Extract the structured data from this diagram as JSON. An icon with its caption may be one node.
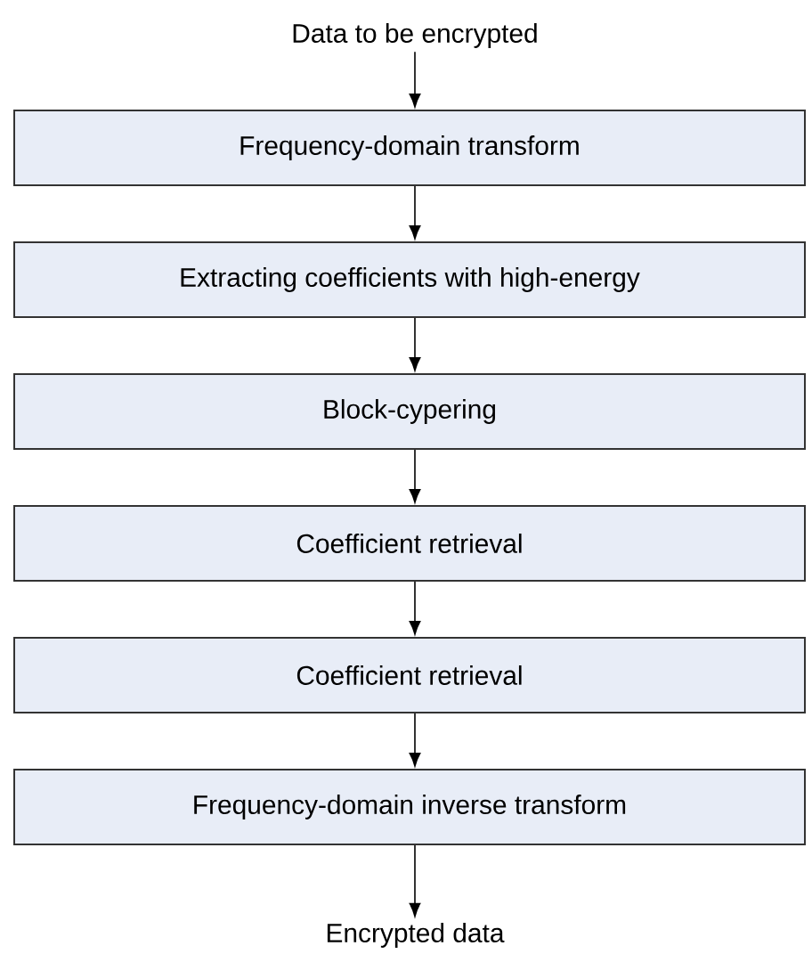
{
  "diagram": {
    "nodes": [
      {
        "text": [
          "Data to be encrypted"
        ]
      },
      {
        "text": [
          "Frequency-domain transform"
        ]
      },
      {
        "text": [
          "Extracting coefficients with high-energy"
        ]
      },
      {
        "text": [
          "Block-cypering"
        ]
      },
      {
        "text": [
          "Coefficient retrieval"
        ]
      },
      {
        "text": [
          "Coefficient retrieval"
        ]
      },
      {
        "text": [
          "Frequency-domain inverse transform"
        ]
      },
      {
        "text": [
          "Encrypted data"
        ]
      }
    ],
    "edges": [
      {
        "from": 0,
        "to": 1,
        "arrow": "to"
      },
      {
        "from": 1,
        "to": 2,
        "arrow": "to"
      },
      {
        "from": 2,
        "to": 3,
        "arrow": "to"
      },
      {
        "from": 3,
        "to": 4,
        "arrow": "to"
      },
      {
        "from": 4,
        "to": 5,
        "arrow": "to"
      },
      {
        "from": 5,
        "to": 6,
        "arrow": "to"
      },
      {
        "from": 6,
        "to": 7,
        "arrow": "to"
      }
    ]
  }
}
